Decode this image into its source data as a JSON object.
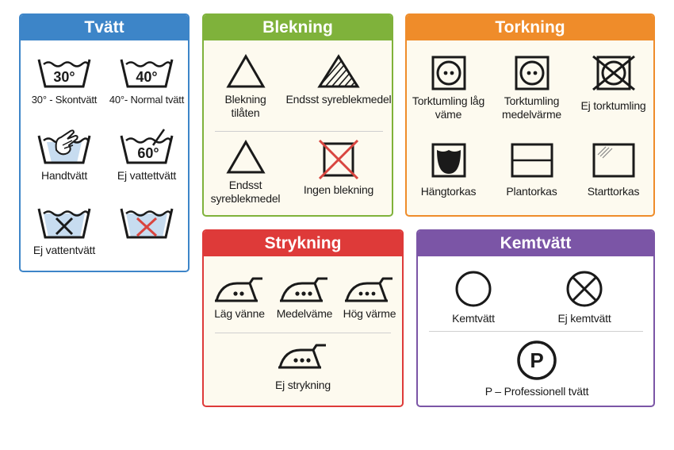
{
  "tvatt": {
    "title": "Tvätt",
    "items": [
      {
        "icon": "wash-30-icon",
        "temp": "30°",
        "label": "30° - Skontvätt"
      },
      {
        "icon": "wash-40-icon",
        "temp": "40°",
        "label": "40°- Normal tvätt"
      },
      {
        "icon": "hand-wash-icon",
        "label": "Handtvätt"
      },
      {
        "icon": "wash-60-icon",
        "temp": "60°",
        "label": "Ej vattettvätt"
      },
      {
        "icon": "do-not-wash-icon",
        "label": "Ej vattentvätt"
      },
      {
        "icon": "do-not-wash-red-icon",
        "label": ""
      }
    ]
  },
  "blekning": {
    "title": "Blekning",
    "items": [
      {
        "icon": "bleach-allowed-icon",
        "label": "Blekning tilåten"
      },
      {
        "icon": "bleach-non-chlorine-icon",
        "label": "Endsst syreblekmedel"
      },
      {
        "icon": "bleach-oxygen-icon",
        "label": "Endsst syreblekmedel"
      },
      {
        "icon": "do-not-bleach-icon",
        "label": "Ingen blekning"
      }
    ]
  },
  "torkning": {
    "title": "Torkning",
    "items": [
      {
        "icon": "tumble-dry-low-icon",
        "label": "Torktumling låg väme"
      },
      {
        "icon": "tumble-dry-medium-icon",
        "label": "Torktumling medelvärme"
      },
      {
        "icon": "do-not-tumble-dry-icon",
        "label": "Ej torktumling"
      },
      {
        "icon": "line-dry-icon",
        "label": "Hängtorkas"
      },
      {
        "icon": "dry-flat-icon",
        "label": "Plantorkas"
      },
      {
        "icon": "drip-dry-icon",
        "label": "Starttorkas"
      }
    ]
  },
  "strykning": {
    "title": "Strykning",
    "items": [
      {
        "icon": "iron-low-icon",
        "label": "Läg vänne"
      },
      {
        "icon": "iron-medium-icon",
        "label": "Medelväme"
      },
      {
        "icon": "iron-high-icon",
        "label": "Hög värme"
      },
      {
        "icon": "do-not-iron-icon",
        "label": "Ej strykning"
      }
    ]
  },
  "kemtvatt": {
    "title": "Kemtvätt",
    "items": [
      {
        "icon": "dry-clean-icon",
        "label": "Kemtvätt"
      },
      {
        "icon": "do-not-dry-clean-icon",
        "label": "Ej kemtvätt"
      },
      {
        "icon": "professional-clean-icon",
        "letter": "P",
        "label": "P – Professionell tvätt"
      }
    ]
  },
  "colors": {
    "tvatt": "#3d85c8",
    "blekning": "#7fb23b",
    "torkning": "#ef8c2a",
    "strykning": "#de3a39",
    "kemtvatt": "#7b55a6",
    "cross_red": "#d9453f",
    "water_blue": "#c7dcf0"
  }
}
